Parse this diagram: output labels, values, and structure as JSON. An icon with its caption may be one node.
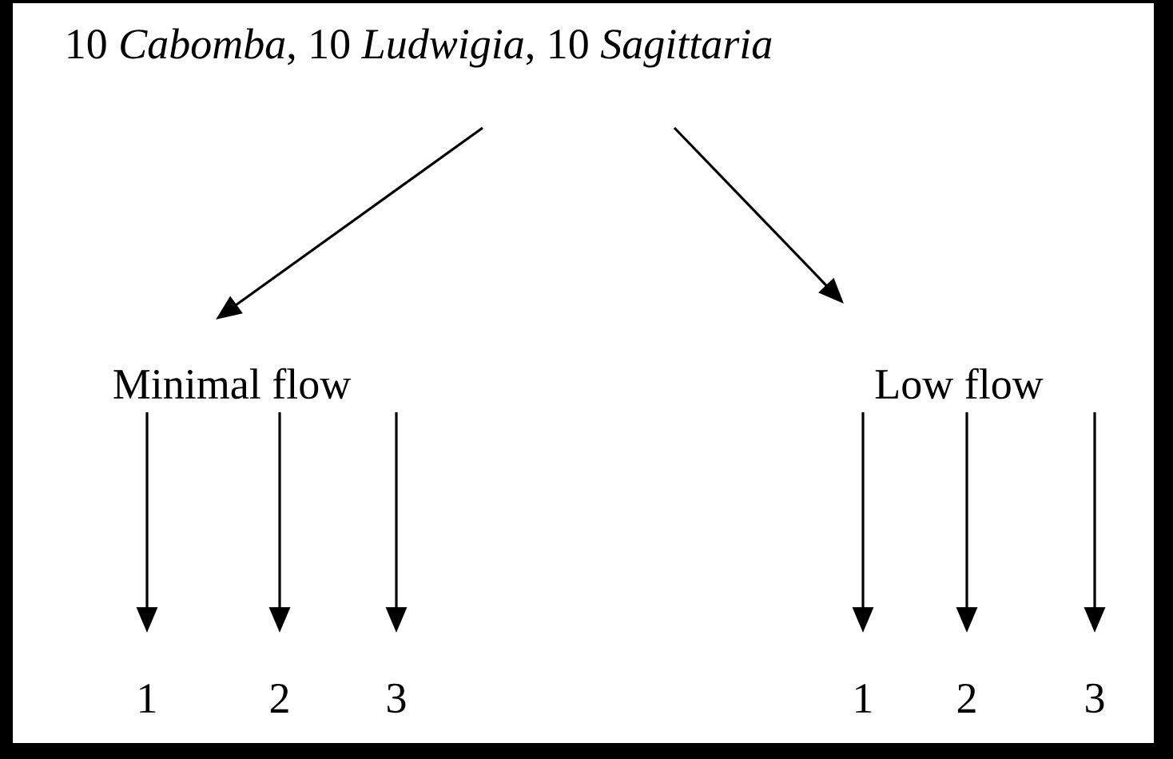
{
  "diagram": {
    "nodes": [
      {
        "text": [
          "10 *Cabomba*, 10 *Ludwigia*, 10 *Sagittaria*"
        ]
      },
      {
        "text": [
          "Minimal flow"
        ]
      },
      {
        "text": [
          "Low flow"
        ]
      },
      {
        "text": [
          "1"
        ]
      },
      {
        "text": [
          "2"
        ]
      },
      {
        "text": [
          "3"
        ]
      },
      {
        "text": [
          "1"
        ]
      },
      {
        "text": [
          "2"
        ]
      },
      {
        "text": [
          "3"
        ]
      }
    ],
    "edges": [
      {
        "from": 0,
        "to": 1,
        "arrow": "to"
      },
      {
        "from": 0,
        "to": 2,
        "arrow": "to"
      },
      {
        "from": 1,
        "to": 3,
        "arrow": "to"
      },
      {
        "from": 1,
        "to": 4,
        "arrow": "to"
      },
      {
        "from": 1,
        "to": 5,
        "arrow": "to"
      },
      {
        "from": 2,
        "to": 6,
        "arrow": "to"
      },
      {
        "from": 2,
        "to": 7,
        "arrow": "to"
      },
      {
        "from": 2,
        "to": 8,
        "arrow": "to"
      }
    ]
  }
}
